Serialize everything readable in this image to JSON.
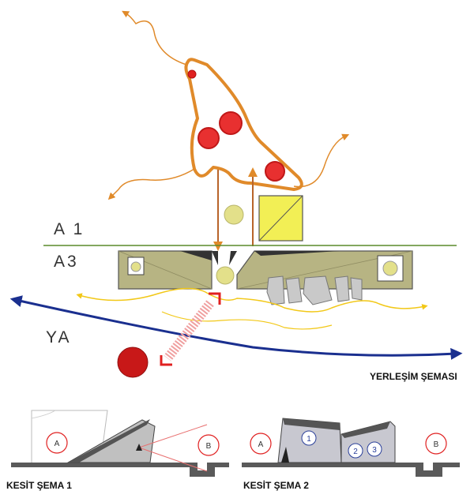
{
  "labels": {
    "level_a1": "A 1",
    "level_a3": "A3",
    "level_ya": "YA",
    "plan_caption": "YERLEŞİM ŞEMASI",
    "section1_caption": "KESİT ŞEMA 1",
    "section2_caption": "KESİT ŞEMA 2"
  },
  "section1": {
    "left_marker": "A",
    "right_marker": "B"
  },
  "section2": {
    "left_marker": "A",
    "right_marker": "B",
    "zones": [
      "1",
      "2",
      "3"
    ]
  },
  "colors": {
    "orange_flow": "#e08a2a",
    "red_node": "#e02020",
    "yellow_block": "#f2ef55",
    "olive_building": "#b7b483",
    "green_level_line": "#5a8a2a",
    "blue_axis": "#1a2f8f",
    "yellow_path": "#f2c818",
    "grey_ground": "#5a5a5a"
  }
}
